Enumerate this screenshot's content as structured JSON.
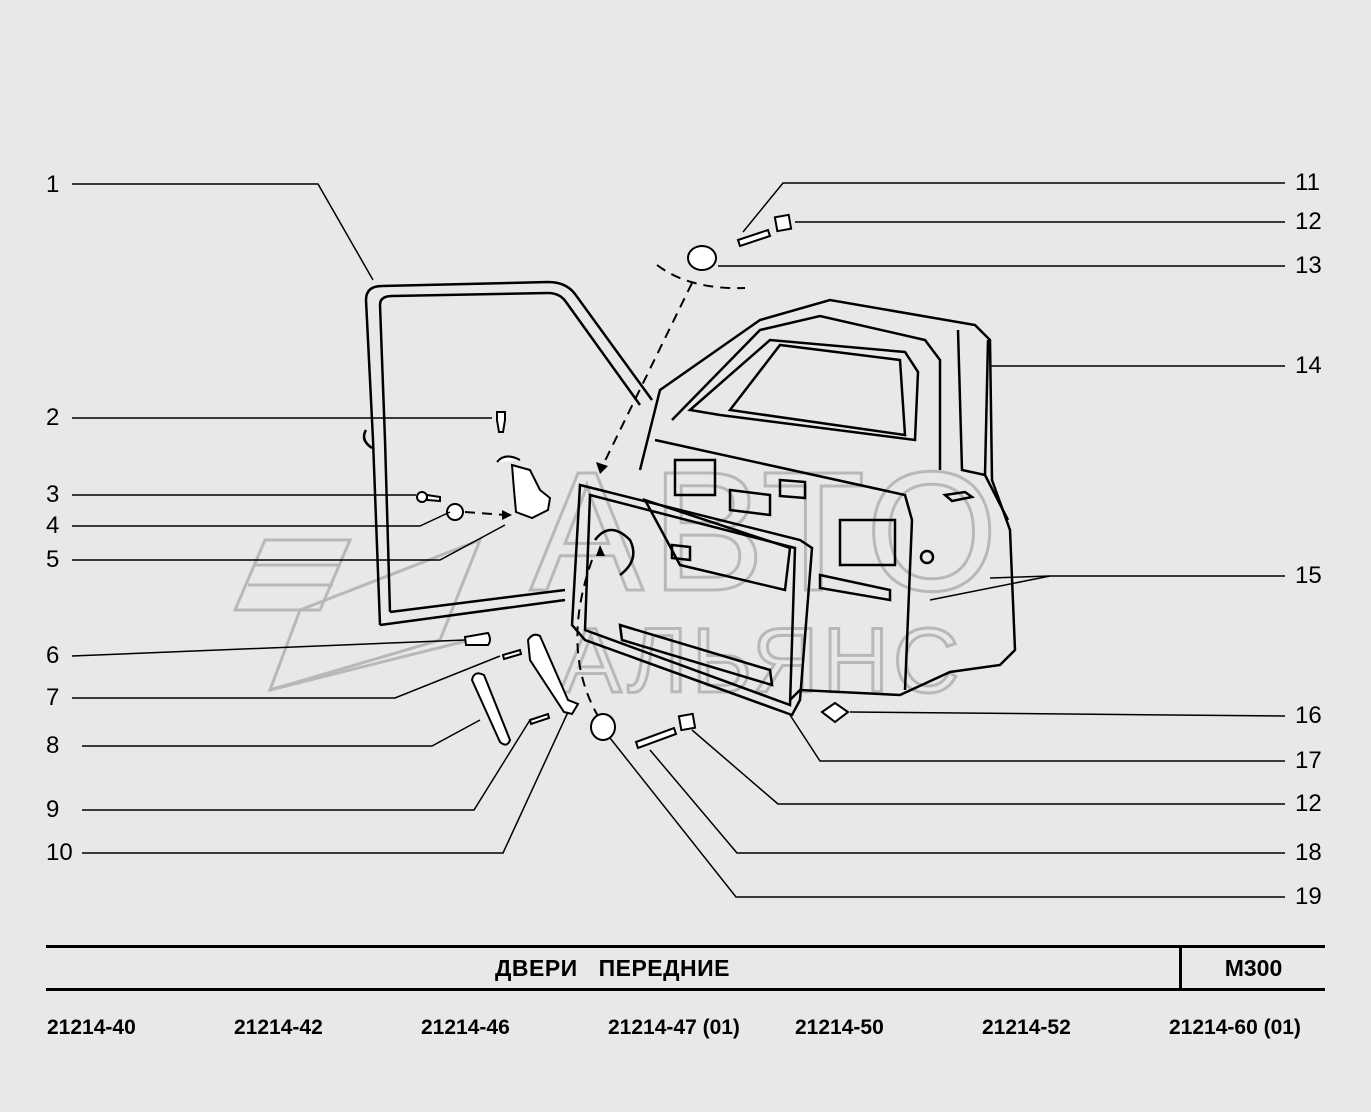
{
  "callouts": {
    "c1": "1",
    "c2": "2",
    "c3": "3",
    "c4": "4",
    "c5": "5",
    "c6": "6",
    "c7": "7",
    "c8": "8",
    "c9": "9",
    "c10": "10",
    "c11": "11",
    "c12a": "12",
    "c13": "13",
    "c14": "14",
    "c15": "15",
    "c16": "16",
    "c17": "17",
    "c12b": "12",
    "c18": "18",
    "c19": "19"
  },
  "watermark": {
    "line1": "АВТО",
    "line2": "АЛЬЯНС"
  },
  "title": {
    "name": "ДВЕРИ   ПЕРЕДНИЕ",
    "code": "M300"
  },
  "models": [
    "21214-40",
    "21214-42",
    "21214-46",
    "21214-47 (01)",
    "21214-50",
    "21214-52",
    "21214-60 (01)"
  ],
  "colors": {
    "background": "#e8e8e8",
    "line": "#000000",
    "watermark": "#b4b4b4"
  }
}
